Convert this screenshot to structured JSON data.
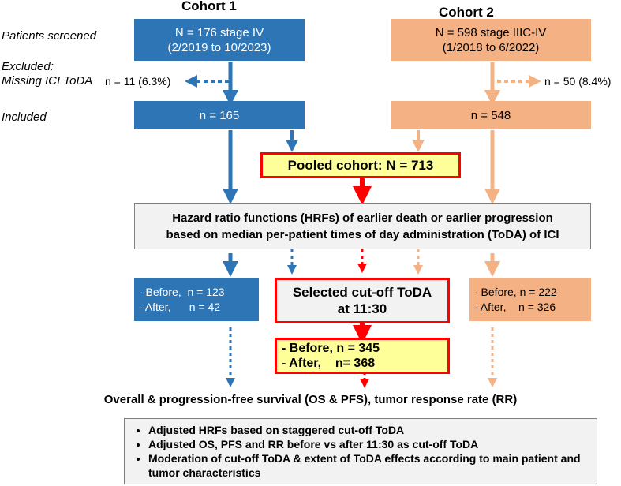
{
  "headers": {
    "cohort1": "Cohort 1",
    "cohort2": "Cohort 2"
  },
  "row_labels": {
    "patients_screened": "Patients screened",
    "excluded": "Excluded:",
    "missing_ici": "Missing ICI ToDA",
    "included": "Included"
  },
  "cohort1": {
    "screened_line1": "N = 176 stage IV",
    "screened_line2": "(2/2019 to 10/2023)",
    "excluded": "n = 11 (6.3%)",
    "included": "n = 165",
    "before": "- Before,  n = 123",
    "after": "- After,      n = 42"
  },
  "cohort2": {
    "screened_line1": "N = 598 stage IIIC-IV",
    "screened_line2": "(1/2018 to 6/2022)",
    "excluded": "n = 50 (8.4%)",
    "included": "n = 548",
    "before": "- Before, n = 222",
    "after": "- After,    n = 326"
  },
  "pooled": "Pooled cohort: N = 713",
  "hrf_line1": "Hazard ratio functions (HRFs) of earlier death or earlier progression",
  "hrf_line2": "based on median per-patient times of day administration (ToDA) of ICI",
  "cutoff_line1": "Selected cut-off ToDA",
  "cutoff_line2": "at 11:30",
  "pooled_before": "- Before, n = 345",
  "pooled_after": "- After,    n= 368",
  "outcomes": "Overall & progression-free survival (OS & PFS), tumor response rate (RR)",
  "analyses": [
    "Adjusted HRFs based on staggered cut-off ToDA",
    "Adjusted OS, PFS and RR before vs after 11:30 as cut-off ToDA",
    "Moderation of cut-off ToDA & extent of ToDA effects according to main patient and tumor characteristics"
  ],
  "colors": {
    "cohort1": "#2e75b6",
    "cohort2": "#f4b183",
    "pooled": "#ff0000",
    "highlight": "#ffff99",
    "panel": "#f2f2f2"
  }
}
